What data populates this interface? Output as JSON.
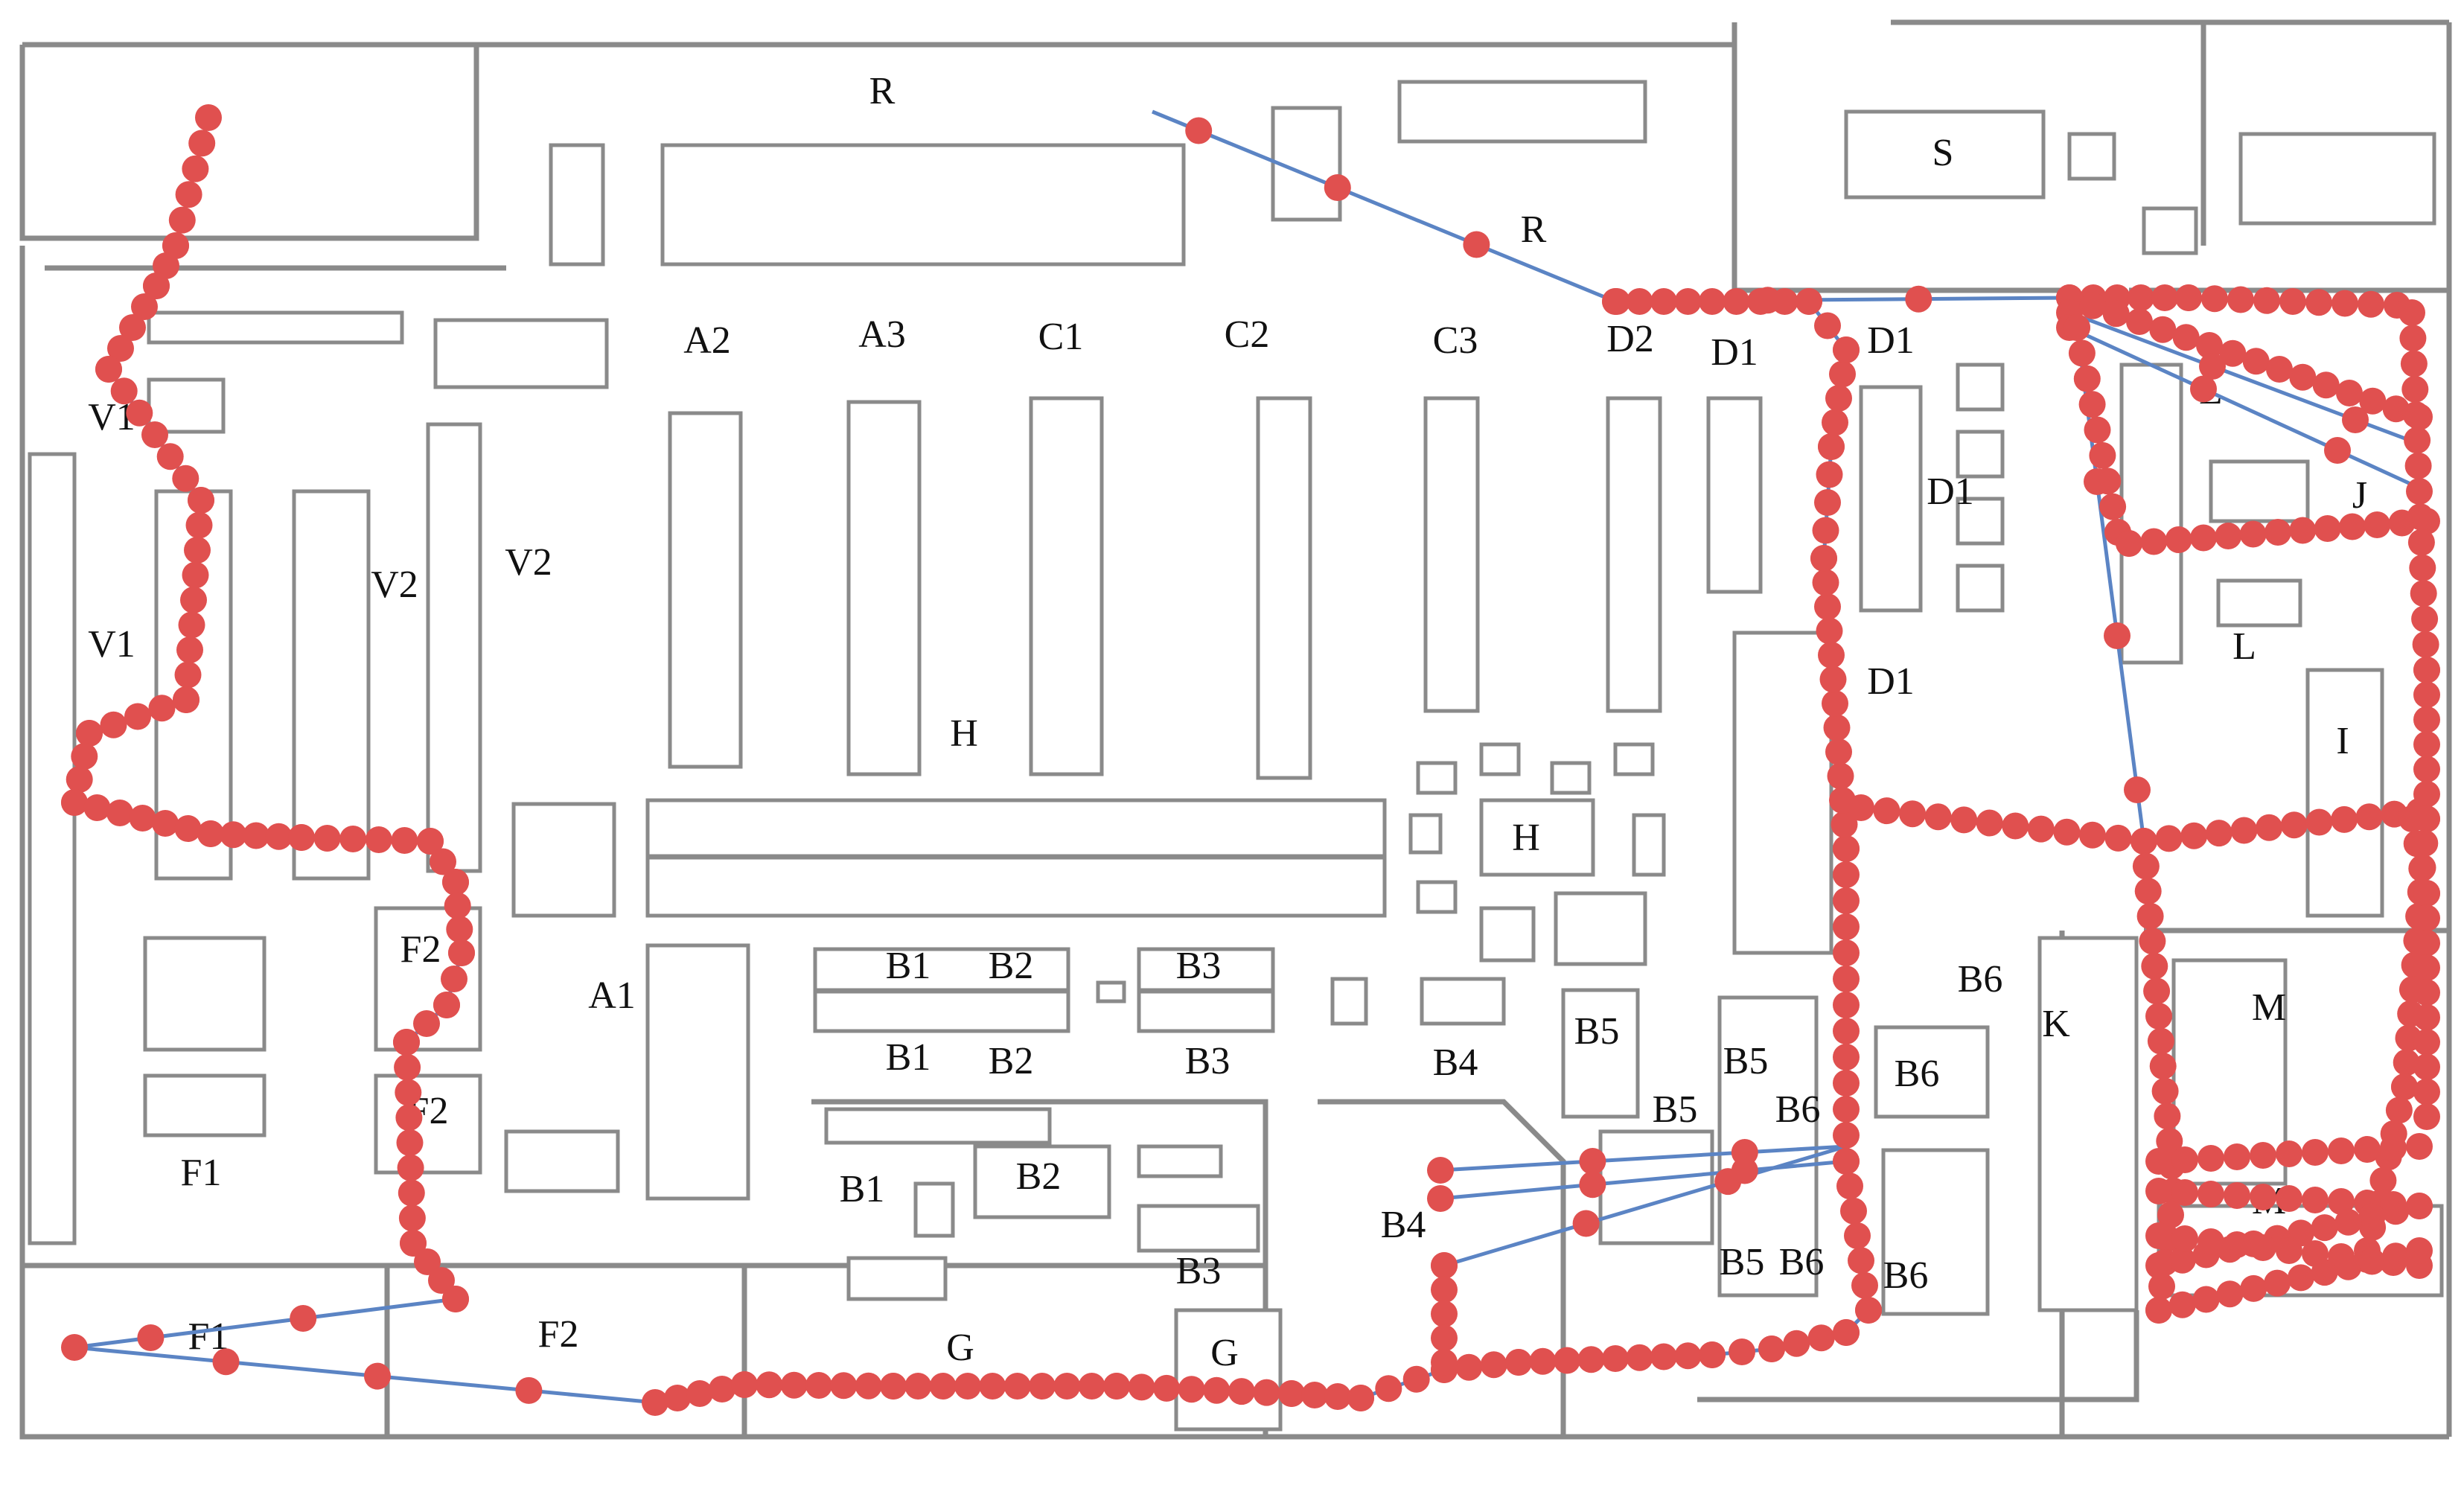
{
  "map": {
    "labels": [
      {
        "id": "R-top",
        "text": "R"
      },
      {
        "id": "R-mid",
        "text": "R"
      },
      {
        "id": "S",
        "text": "S"
      },
      {
        "id": "A2",
        "text": "A2"
      },
      {
        "id": "A3",
        "text": "A3"
      },
      {
        "id": "C1",
        "text": "C1"
      },
      {
        "id": "C2",
        "text": "C2"
      },
      {
        "id": "C3",
        "text": "C3"
      },
      {
        "id": "D2",
        "text": "D2"
      },
      {
        "id": "D1-a",
        "text": "D1"
      },
      {
        "id": "D1-b",
        "text": "D1"
      },
      {
        "id": "D1-c",
        "text": "D1"
      },
      {
        "id": "D1-d",
        "text": "D1"
      },
      {
        "id": "V1-a",
        "text": "V1"
      },
      {
        "id": "V1-b",
        "text": "V1"
      },
      {
        "id": "V2-a",
        "text": "V2"
      },
      {
        "id": "V2-b",
        "text": "V2"
      },
      {
        "id": "H-a",
        "text": "H"
      },
      {
        "id": "H-b",
        "text": "H"
      },
      {
        "id": "L-a",
        "text": "L"
      },
      {
        "id": "L-b",
        "text": "L"
      },
      {
        "id": "J",
        "text": "J"
      },
      {
        "id": "I",
        "text": "I"
      },
      {
        "id": "F2-a",
        "text": "F2"
      },
      {
        "id": "F2-b",
        "text": "F2"
      },
      {
        "id": "F2-c",
        "text": "F2"
      },
      {
        "id": "F1-a",
        "text": "F1"
      },
      {
        "id": "F1-b",
        "text": "F1"
      },
      {
        "id": "A1",
        "text": "A1"
      },
      {
        "id": "B1-a",
        "text": "B1"
      },
      {
        "id": "B1-b",
        "text": "B1"
      },
      {
        "id": "B1-c",
        "text": "B1"
      },
      {
        "id": "B2-a",
        "text": "B2"
      },
      {
        "id": "B2-b",
        "text": "B2"
      },
      {
        "id": "B2-c",
        "text": "B2"
      },
      {
        "id": "B3-a",
        "text": "B3"
      },
      {
        "id": "B3-b",
        "text": "B3"
      },
      {
        "id": "B3-c",
        "text": "B3"
      },
      {
        "id": "B4-a",
        "text": "B4"
      },
      {
        "id": "B4-b",
        "text": "B4"
      },
      {
        "id": "B5-a",
        "text": "B5"
      },
      {
        "id": "B5-b",
        "text": "B5"
      },
      {
        "id": "B5-c",
        "text": "B5"
      },
      {
        "id": "B5-d",
        "text": "B5"
      },
      {
        "id": "B6-a",
        "text": "B6"
      },
      {
        "id": "B6-b",
        "text": "B6"
      },
      {
        "id": "B6-c",
        "text": "B6"
      },
      {
        "id": "B6-d",
        "text": "B6"
      },
      {
        "id": "B6-e",
        "text": "B6"
      },
      {
        "id": "K",
        "text": "K"
      },
      {
        "id": "M-a",
        "text": "M"
      },
      {
        "id": "M-b",
        "text": "M"
      },
      {
        "id": "G-a",
        "text": "G"
      },
      {
        "id": "G-b",
        "text": "G"
      }
    ],
    "colors": {
      "wall": "#8a8a8a",
      "route": "#5b84c4",
      "point": "#e0504f",
      "background": "#ffffff"
    }
  }
}
